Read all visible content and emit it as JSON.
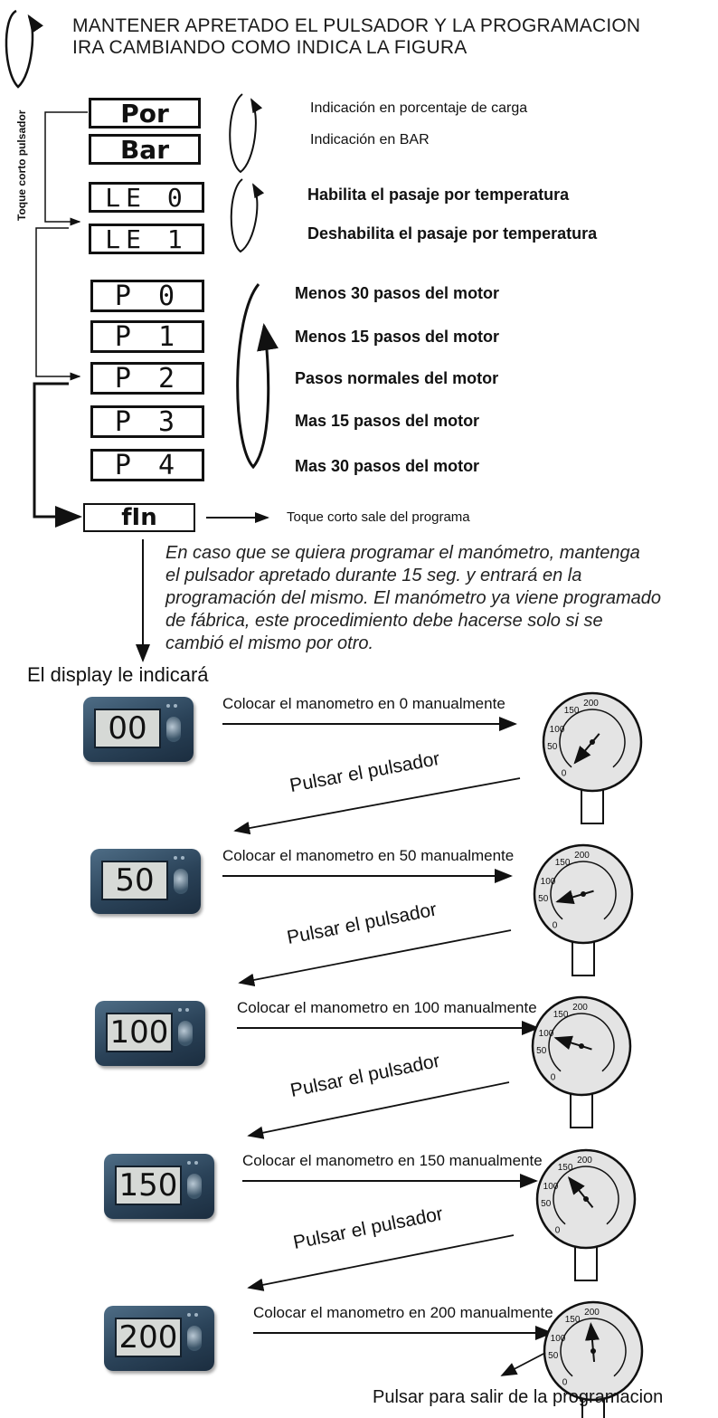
{
  "header": {
    "line1": "MANTENER APRETADO EL PULSADOR Y LA PROGRAMACION",
    "line2": "IRA CAMBIANDO COMO INDICA LA FIGURA"
  },
  "side_label": "Toque corto pulsador",
  "codes": [
    {
      "text": "Por",
      "desc": "Indicación en porcentaje de carga"
    },
    {
      "text": "Bar",
      "desc": "Indicación en BAR"
    },
    {
      "text": "LE 0",
      "desc": "Habilita el pasaje por temperatura"
    },
    {
      "text": "LE 1",
      "desc": "Deshabilita el pasaje por temperatura"
    },
    {
      "text": "P 0",
      "desc": "Menos 30 pasos del motor"
    },
    {
      "text": "P 1",
      "desc": "Menos 15 pasos del motor"
    },
    {
      "text": "P 2",
      "desc": "Pasos normales del motor"
    },
    {
      "text": "P 3",
      "desc": "Mas 15 pasos del motor"
    },
    {
      "text": "P 4",
      "desc": "Mas 30 pasos del motor"
    }
  ],
  "fin": {
    "text": "fIn",
    "desc": "Toque corto sale del programa"
  },
  "note": [
    "En caso que se quiera programar el manómetro, mantenga",
    "el pulsador apretado durante 15 seg. y entrará en la",
    "programación del mismo.  El manómetro ya viene programado",
    "de fábrica, este procedimiento debe hacerse solo si se",
    "cambió el mismo por otro."
  ],
  "display_label": "El display le indicará",
  "steps": [
    {
      "display": "00",
      "instruction": "Colocar el manometro en 0 manualmente",
      "target": 0
    },
    {
      "display": "50",
      "instruction": "Colocar el manometro en 50 manualmente",
      "target": 50
    },
    {
      "display": "100",
      "instruction": "Colocar el manometro en 100 manualmente",
      "target": 100
    },
    {
      "display": "150",
      "instruction": "Colocar el manometro en 150 manualmente",
      "target": 150
    },
    {
      "display": "200",
      "instruction": "Colocar el manometro en 200 manualmente",
      "target": 200
    }
  ],
  "pulsar_label": "Pulsar el pulsador",
  "gauge_ticks": [
    "0",
    "50",
    "100",
    "150",
    "200"
  ],
  "exit_label": "Pulsar para salir de la programacion",
  "colors": {
    "device": "#2a4258",
    "screen": "#d6d9d6",
    "gauge_face": "#e4e4e4"
  }
}
